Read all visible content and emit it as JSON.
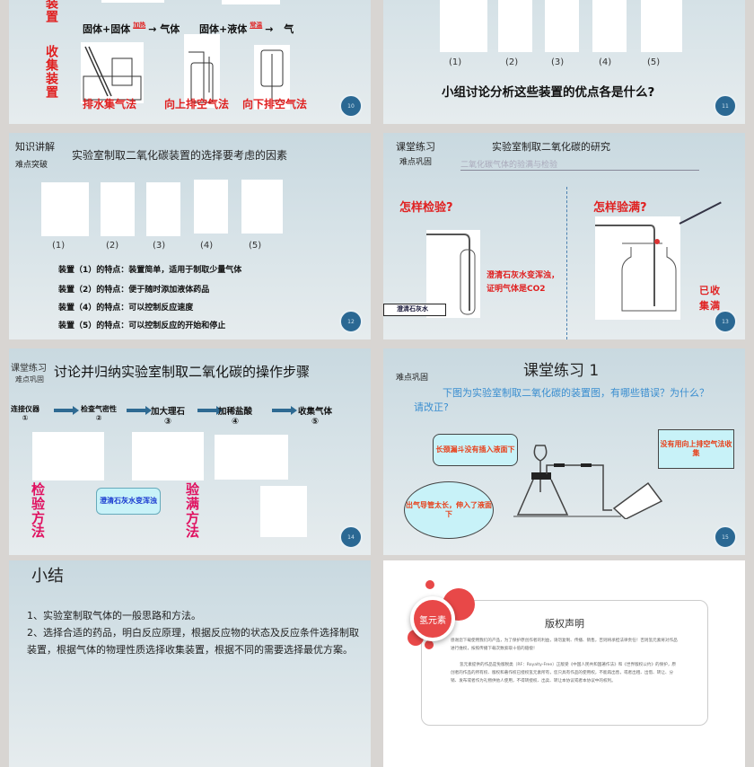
{
  "slides": {
    "s10": {
      "badge": "10",
      "section_partial": "装置",
      "reaction1_left": "固体+固体",
      "reaction1_cond": "加热",
      "reaction1_right": "气体",
      "reaction2_left": "固体+液体",
      "reaction2_cond": "常温",
      "reaction2_right": "气",
      "collect_heading": "收集装置",
      "methods": [
        "排水集气法",
        "向上排空气法",
        "向下排空气法"
      ]
    },
    "s11": {
      "badge": "11",
      "labels": [
        "(1)",
        "(2)",
        "(3)",
        "(4)",
        "(5)"
      ],
      "question": "小组讨论分析这些装置的优点各是什么?"
    },
    "s12": {
      "badge": "12",
      "tag1": "知识讲解",
      "tag2": "难点突破",
      "title": "实验室制取二氧化碳装置的选择要考虑的因素",
      "labels": [
        "(1)",
        "(2)",
        "(3)",
        "(4)",
        "(5)"
      ],
      "points": [
        "装置（1）的特点：装置简单，适用于制取少量气体",
        "装置（2）的特点：便于随时添加液体药品",
        "装置（4）的特点：可以控制反应速度",
        "装置（5）的特点：可以控制反应的开始和停止"
      ]
    },
    "s13": {
      "badge": "13",
      "tag1": "课堂练习",
      "tag2": "难点巩固",
      "title": "实验室制取二氧化碳的研究",
      "subtitle": "二氧化碳气体的验满与检验",
      "q_test": "怎样检验?",
      "q_full": "怎样验满?",
      "limewater": "澄清石灰水",
      "test_result": "澄清石灰水变浑浊，证明气体是CO2",
      "full_result": "已收集满"
    },
    "s14": {
      "badge": "14",
      "tag1": "课堂练习",
      "tag2": "难点巩固",
      "title": "讨论并归纳实验室制取二氧化碳的操作步骤",
      "steps": [
        {
          "label": "连接仪器",
          "num": "①"
        },
        {
          "label": "检查气密性",
          "num": "②"
        },
        {
          "label": "加大理石",
          "num": "③"
        },
        {
          "label": "加稀盐酸",
          "num": "④"
        },
        {
          "label": "收集气体",
          "num": "⑤"
        }
      ],
      "test_method": "检验方法",
      "full_method": "验满方法",
      "callout": "澄清石灰水变浑浊"
    },
    "s15": {
      "badge": "15",
      "tag2": "难点巩固",
      "title": "课堂练习 1",
      "question": "下图为实验室制取二氧化碳的装置图，有哪些错误？为什么？请改正?",
      "callout_funnel": "长颈漏斗没有插入液面下",
      "callout_collect": "没有用向上排空气法收集",
      "callout_tube": "出气导管太长，伸入了液面下"
    },
    "s16": {
      "title": "小结",
      "items": [
        "1、实验室制取气体的一般思路和方法。",
        "2、选择合适的药品，明白反应原理，根据反应物的状态及反应条件选择制取装置，根据气体的物理性质选择收集装置，根据不同的需要选择最优方案。"
      ]
    },
    "s17": {
      "logo": "氢元素",
      "title": "版权声明",
      "para1": "感谢您下载使用我们的产品，为了保护原创作者的利益，请勿复制、传播、销售，否则将承担法律责任！否则氢元素将对作品进行维权，按照传播下载次数索取十倍的赔偿！",
      "para2": "氢元素提供的作品是免版税类（RF：Royalty-Free）正版受《中国人民共和国著作法》和《世界版权公约》的保护，原创者的作品的所有权、版权和著作权已授权氢元素所有，您只具有作品的使用权，不能再出售，或者出租、出借、转让、分销、发布或者作为礼物供他人使用，不得转授权、出卖、转让本协议或者本协议中的权利。"
    }
  },
  "colors": {
    "accent_red": "#e02020",
    "badge_blue": "#2a6893",
    "callout_bg": "#c8f2f8",
    "question_blue": "#3a8ed0",
    "logo_red": "#e84848"
  }
}
